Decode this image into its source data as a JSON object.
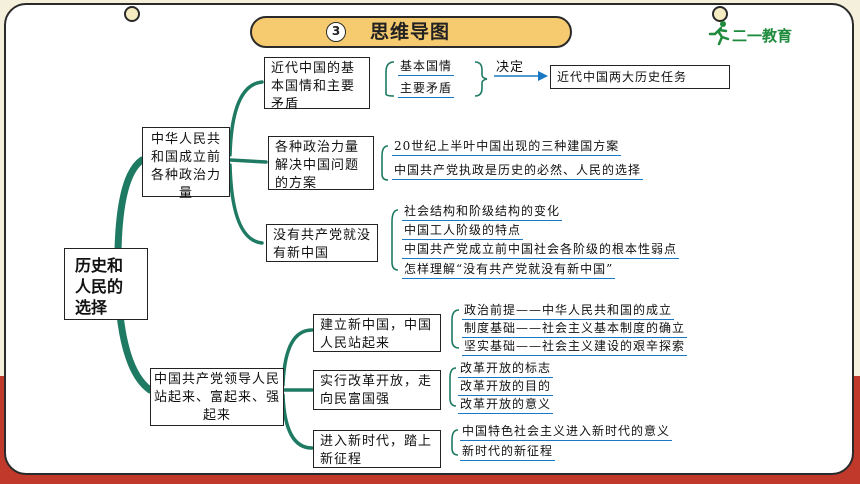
{
  "header": {
    "section_number": "3",
    "title": "思维导图",
    "logo_text": "二一教育"
  },
  "mindmap": {
    "root": "历史和人民的选择",
    "branch1": {
      "label": "中华人民共和国成立前各种政治力量",
      "sub1": {
        "label": "近代中国的基本国情和主要矛盾",
        "items": [
          "基本国情",
          "主要矛盾"
        ],
        "relation": "决定",
        "result": "近代中国两大历史任务"
      },
      "sub2": {
        "label": "各种政治力量解决中国问题的方案",
        "items": [
          "20世纪上半叶中国出现的三种建国方案",
          "中国共产党执政是历史的必然、人民的选择"
        ]
      },
      "sub3": {
        "label": "没有共产党就没有新中国",
        "items": [
          "社会结构和阶级结构的变化",
          "中国工人阶级的特点",
          "中国共产党成立前中国社会各阶级的根本性弱点",
          "怎样理解“没有共产党就没有新中国”"
        ]
      }
    },
    "branch2": {
      "label": "中国共产党领导人民站起来、富起来、强起来",
      "sub1": {
        "label": "建立新中国，中国人民站起来",
        "items": [
          "政治前提——中华人民共和国的成立",
          "制度基础——社会主义基本制度的确立",
          "坚实基础——社会主义建设的艰辛探索"
        ]
      },
      "sub2": {
        "label": "实行改革开放，走向民富国强",
        "items": [
          "改革开放的标志",
          "改革开放的目的",
          "改革开放的意义"
        ]
      },
      "sub3": {
        "label": "进入新时代，踏上新征程",
        "items": [
          "中国特色社会主义进入新时代的意义",
          "新时代的新征程"
        ]
      }
    }
  },
  "colors": {
    "background_red": "#c0392b",
    "title_pill": "#f6ca6e",
    "connector_green": "#1f7a63",
    "leaf_underline": "#1a78c2",
    "logo_green": "#1e8a3c"
  }
}
